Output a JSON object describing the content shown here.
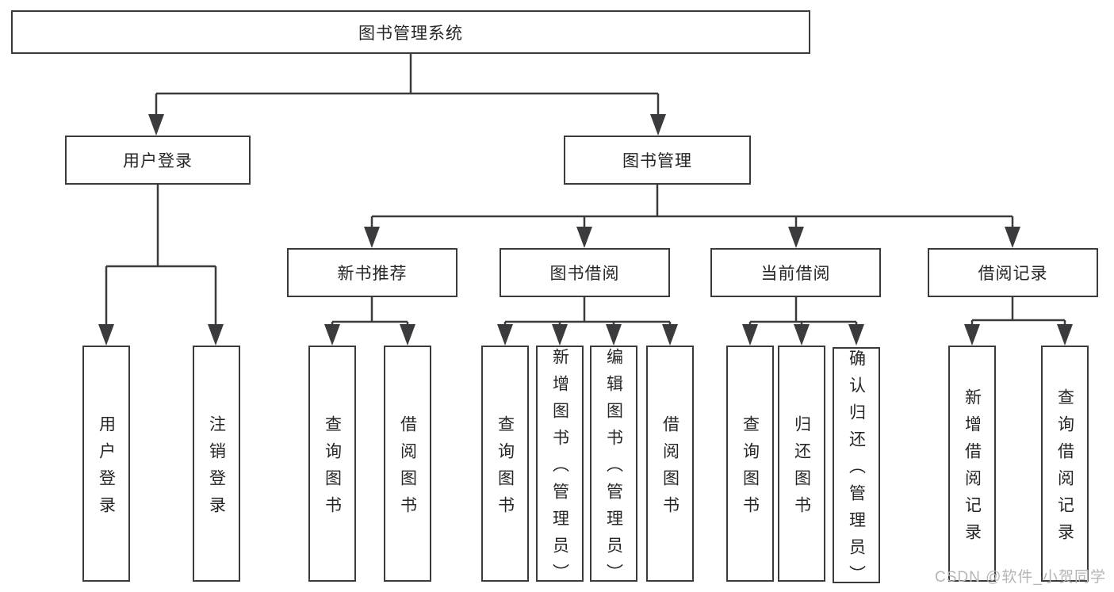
{
  "tree": {
    "label": "图书管理系统",
    "children": [
      {
        "label": "用户登录",
        "children": [
          {
            "label": "用户登录"
          },
          {
            "label": "注销登录"
          }
        ]
      },
      {
        "label": "图书管理",
        "children": [
          {
            "label": "新书推荐",
            "children": [
              {
                "label": "查询图书"
              },
              {
                "label": "借阅图书"
              }
            ]
          },
          {
            "label": "图书借阅",
            "children": [
              {
                "label": "查询图书"
              },
              {
                "label": "新增图书（管理员）"
              },
              {
                "label": "编辑图书（管理员）"
              },
              {
                "label": "借阅图书"
              }
            ]
          },
          {
            "label": "当前借阅",
            "children": [
              {
                "label": "查询图书"
              },
              {
                "label": "归还图书"
              },
              {
                "label": "确认归还（管理员）"
              }
            ]
          },
          {
            "label": "借阅记录",
            "children": [
              {
                "label": "新增借阅记录"
              },
              {
                "label": "查询借阅记录"
              }
            ]
          }
        ]
      }
    ]
  },
  "watermark": {
    "text": "CSDN @软件_小贺同学"
  },
  "colors": {
    "line": "#3b3b3d",
    "text": "#262626",
    "watermark": "#b5b5b5",
    "background": "#ffffff"
  }
}
